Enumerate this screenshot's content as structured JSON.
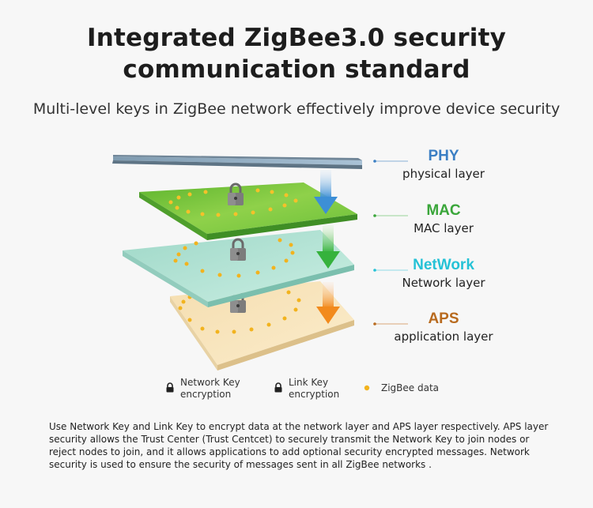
{
  "title_line1": "Integrated ZigBee3.0 security",
  "title_line2": "communication standard",
  "subtitle": "Multi-level keys in ZigBee network effectively improve device security",
  "layers": [
    {
      "name": "PHY",
      "desc": "physical layer",
      "color": "#3b7fc4"
    },
    {
      "name": "MAC",
      "desc": "MAC layer",
      "color": "#3aa63a"
    },
    {
      "name": "NetWork",
      "desc": "Network layer",
      "color": "#25c2d6"
    },
    {
      "name": "APS",
      "desc": "application layer",
      "color": "#b86a1e"
    }
  ],
  "legend": {
    "network_key": "Network Key encryption",
    "link_key": "Link Key encryption",
    "zigbee_data": "ZigBee data"
  },
  "footer": "Use Network Key and Link Key to encrypt data at the network layer and APS layer respectively. APS layer security allows the Trust Center (Trust Centcet) to securely transmit the Network Key to join nodes or reject nodes to join, and it allows applications to add optional security encrypted messages. Network security is used to ensure the security of messages sent in all ZigBee networks ."
}
